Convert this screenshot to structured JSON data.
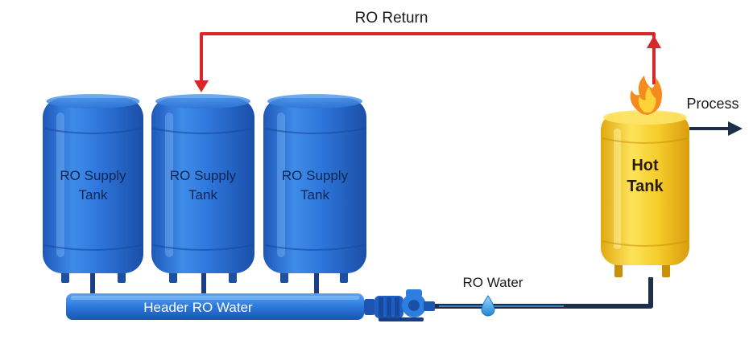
{
  "diagram": {
    "tanks": [
      {
        "label_line1": "RO Supply",
        "label_line2": "Tank"
      },
      {
        "label_line1": "RO Supply",
        "label_line2": "Tank"
      },
      {
        "label_line1": "RO Supply",
        "label_line2": "Tank"
      }
    ],
    "hot_tank": {
      "label_line1": "Hot",
      "label_line2": "Tank"
    },
    "labels": {
      "ro_return": "RO Return",
      "process": "Process",
      "ro_water": "RO Water",
      "header": "Header RO Water"
    },
    "colors": {
      "return_line": "#d8262b",
      "supply_tank": "#2a6fd4",
      "hot_tank": "#f2c61f",
      "flow_line": "#1d2d4a",
      "water_drop": "#3aa6e8"
    },
    "icons": [
      "flame-icon",
      "pump-icon",
      "water-drop-icon"
    ]
  }
}
